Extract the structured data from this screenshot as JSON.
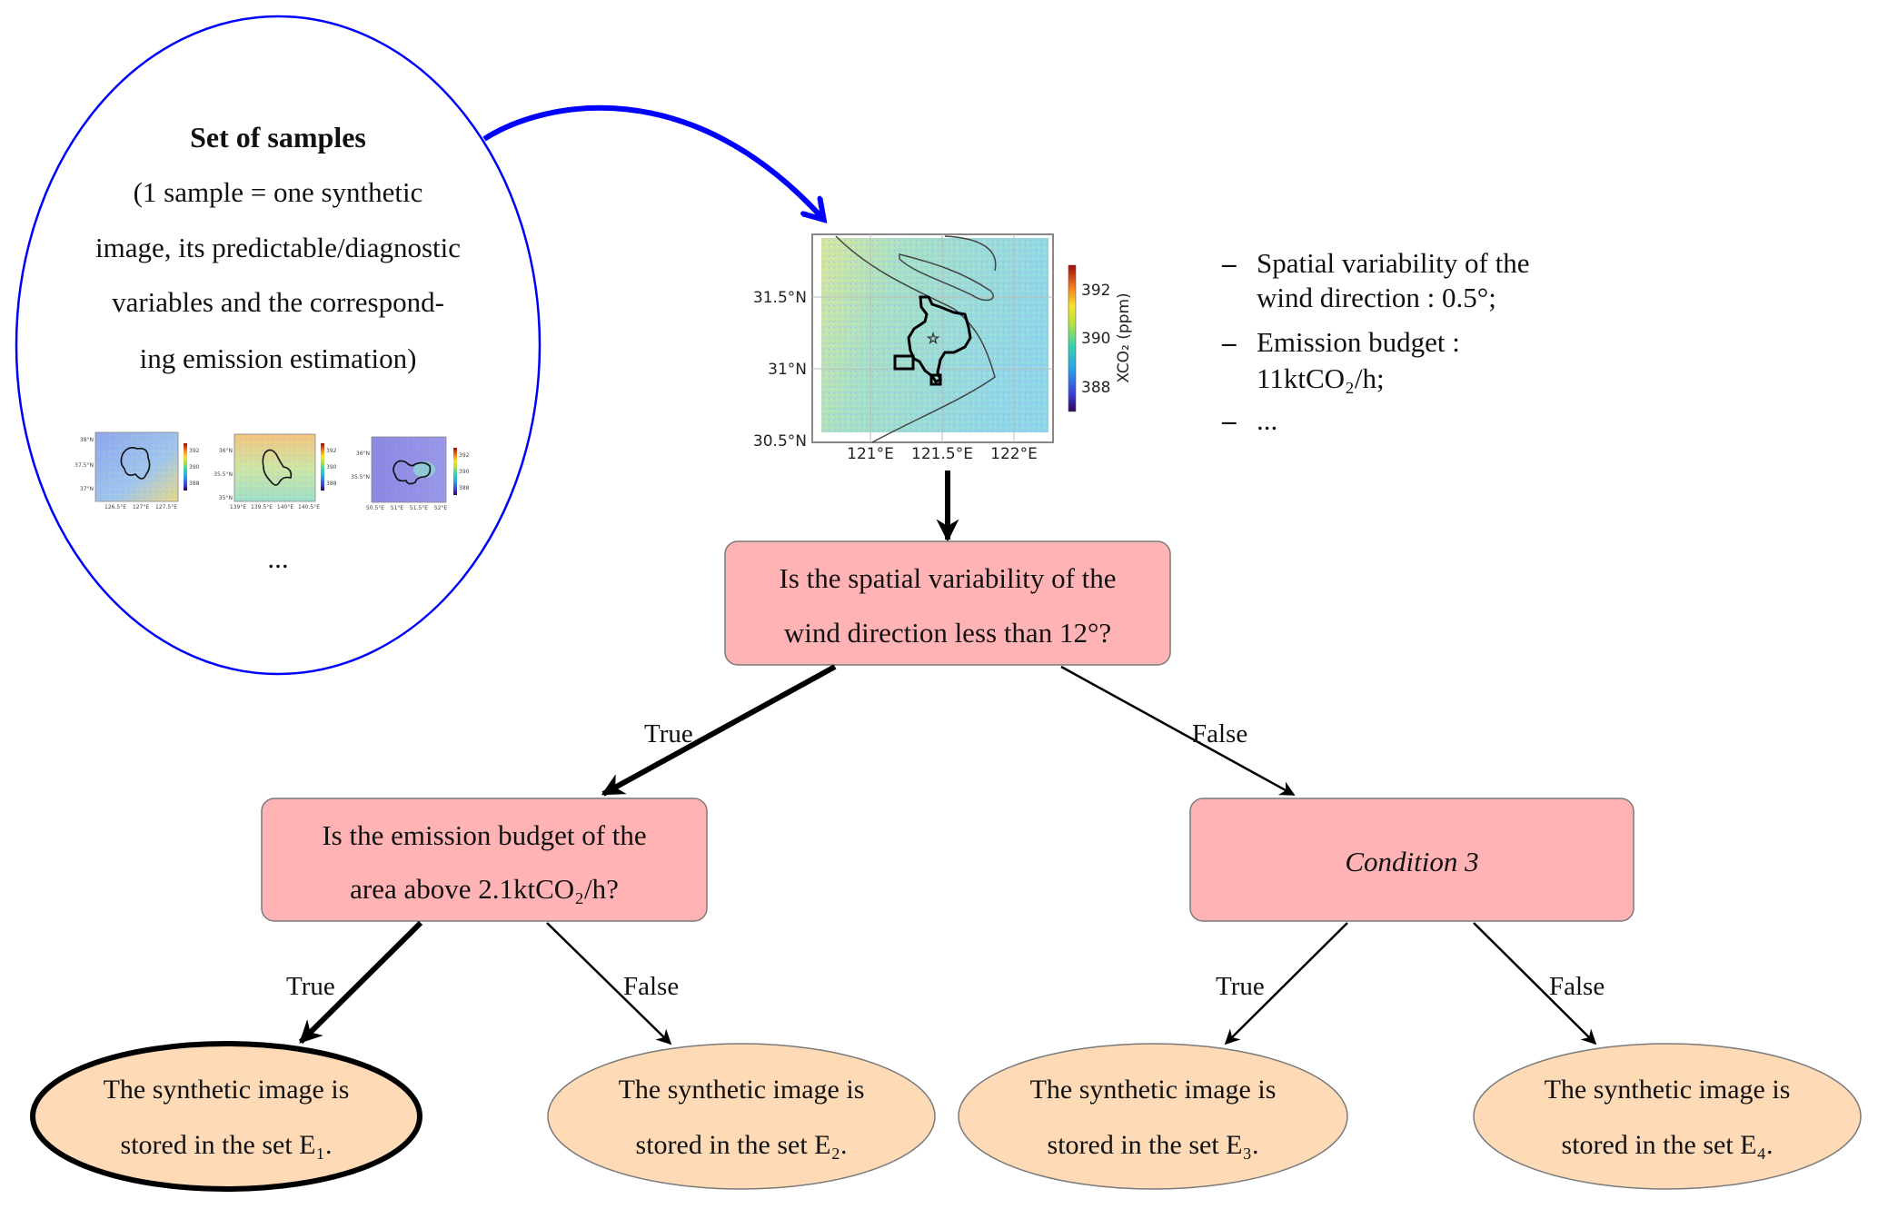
{
  "samples_set": {
    "title": "Set of samples",
    "description_lines": [
      "(1 sample = one synthetic",
      "image, its predictable/diagnostic",
      "variables and the correspond-",
      "ing emission estimation)"
    ],
    "ellipsis": "...",
    "thumbnails": [
      {
        "lat_labels": [
          "38°N",
          "37.5°N",
          "37°N"
        ],
        "lon_labels": [
          "126.5°E",
          "127°E",
          "127.5°E"
        ],
        "colorbar_ticks": [
          "392",
          "390",
          "388"
        ],
        "theme": "blue"
      },
      {
        "lat_labels": [
          "36°N",
          "35.5°N",
          "35°N"
        ],
        "lon_labels": [
          "139°E",
          "139.5°E",
          "140°E",
          "140.5°E"
        ],
        "colorbar_ticks": [
          "392",
          "390",
          "388"
        ],
        "theme": "yellow"
      },
      {
        "lat_labels": [
          "36°N",
          "35.5°N"
        ],
        "lon_labels": [
          "50.5°E",
          "51°E",
          "51.5°E",
          "52°E"
        ],
        "colorbar_ticks": [
          "392",
          "390",
          "388"
        ],
        "theme": "purple"
      }
    ]
  },
  "example_map": {
    "lat_labels": [
      "31.5°N",
      "31°N",
      "30.5°N"
    ],
    "lon_labels": [
      "121°E",
      "121.5°E",
      "122°E"
    ],
    "colorbar_ticks": [
      "392",
      "390",
      "388"
    ],
    "colorbar_label": "XCO₂ (ppm)"
  },
  "example_variables": [
    {
      "dash": "–",
      "lines": [
        "Spatial variability of the",
        "wind direction : 0.5°;"
      ]
    },
    {
      "dash": "–",
      "lines": [
        "Emission budget :",
        "11ktCO₂/h;"
      ]
    },
    {
      "dash": "–",
      "lines": [
        "..."
      ]
    }
  ],
  "tree": {
    "root": {
      "lines": [
        "Is the spatial variability of the",
        "wind direction less than 12°?"
      ]
    },
    "left": {
      "lines": [
        "Is the emission budget of the",
        "area above 2.1ktCO₂/h?"
      ]
    },
    "right": {
      "label": "Condition 3"
    },
    "edge_labels": {
      "true": "True",
      "false": "False"
    },
    "leaves": [
      {
        "lines": [
          "The synthetic image is",
          "stored in the set E₁."
        ],
        "selected": true
      },
      {
        "lines": [
          "The synthetic image is",
          "stored in the set E₂."
        ],
        "selected": false
      },
      {
        "lines": [
          "The synthetic image is",
          "stored in the set E₃."
        ],
        "selected": false
      },
      {
        "lines": [
          "The synthetic image is",
          "stored in the set E₄."
        ],
        "selected": false
      }
    ]
  },
  "colors": {
    "samples_outline": "#0000ff",
    "flow_arrow": "#0000ff",
    "condition_fill": "#ffb3b4",
    "leaf_fill": "#fedab6"
  }
}
